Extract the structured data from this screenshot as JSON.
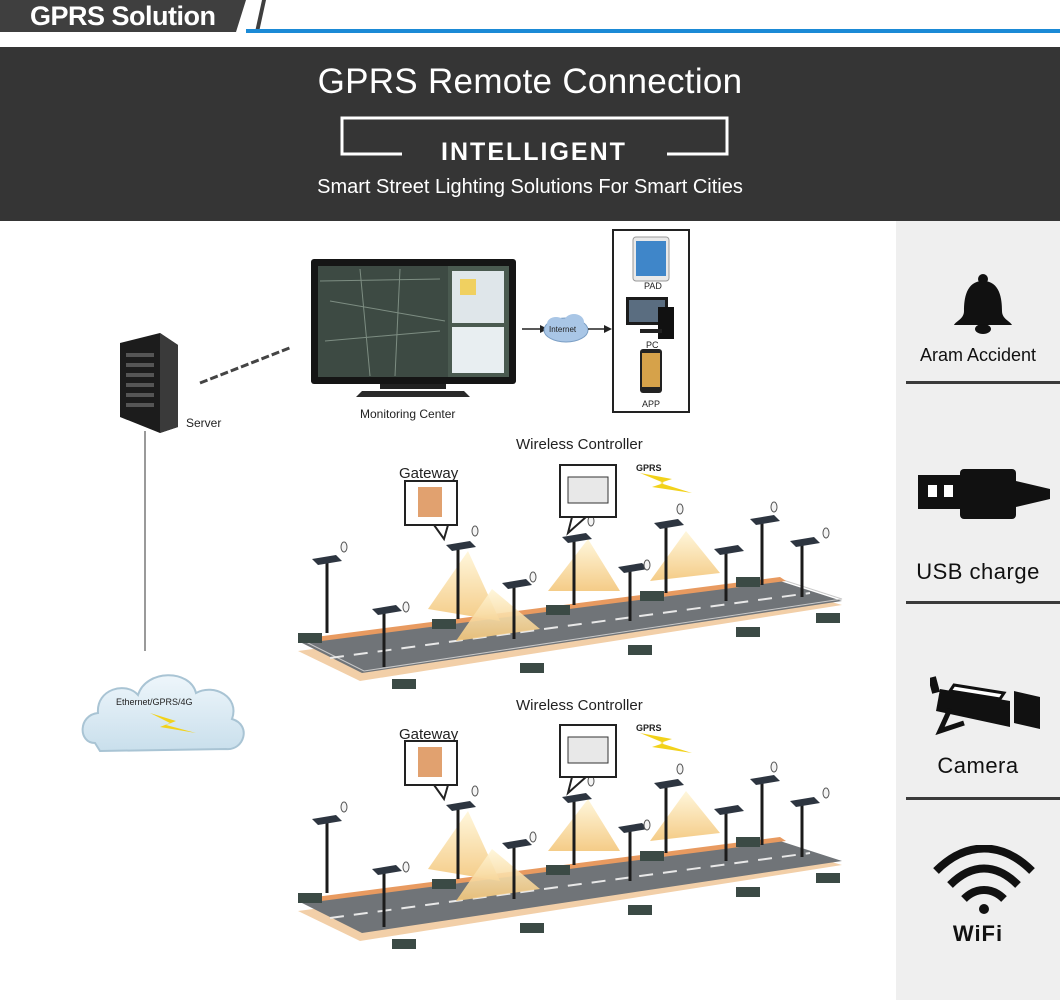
{
  "header": {
    "tab_title": "GPRS Solution",
    "colors": {
      "tab_bg": "#3f3f3f",
      "accent_line": "#1b8ad6"
    }
  },
  "banner": {
    "title": "GPRS Remote Connection",
    "tag": "INTELLIGENT",
    "subtitle": "Smart Street Lighting Solutions For Smart Cities",
    "colors": {
      "bg": "#353535",
      "text": "#ffffff"
    }
  },
  "diagram": {
    "server_label": "Server",
    "monitoring_label": "Monitoring Center",
    "internet_label": "Internet",
    "cloud_label": "Ethernet/GPRS/4G",
    "devices": [
      {
        "label": "PAD",
        "icon": "tablet-icon"
      },
      {
        "label": "PC",
        "icon": "desktop-pc-icon"
      },
      {
        "label": "APP",
        "icon": "smartphone-icon"
      }
    ],
    "roads": [
      {
        "controller_label": "Wireless Controller",
        "gateway_label": "Gateway",
        "gprs_label": "GPRS"
      },
      {
        "controller_label": "Wireless Controller",
        "gateway_label": "Gateway",
        "gprs_label": "GPRS"
      }
    ]
  },
  "features": [
    {
      "label": "Aram Accident",
      "icon": "bell-icon"
    },
    {
      "label": "USB charge",
      "icon": "usb-plug-icon"
    },
    {
      "label": "Camera",
      "icon": "security-camera-icon"
    },
    {
      "label": "WiFi",
      "icon": "wifi-icon"
    }
  ]
}
